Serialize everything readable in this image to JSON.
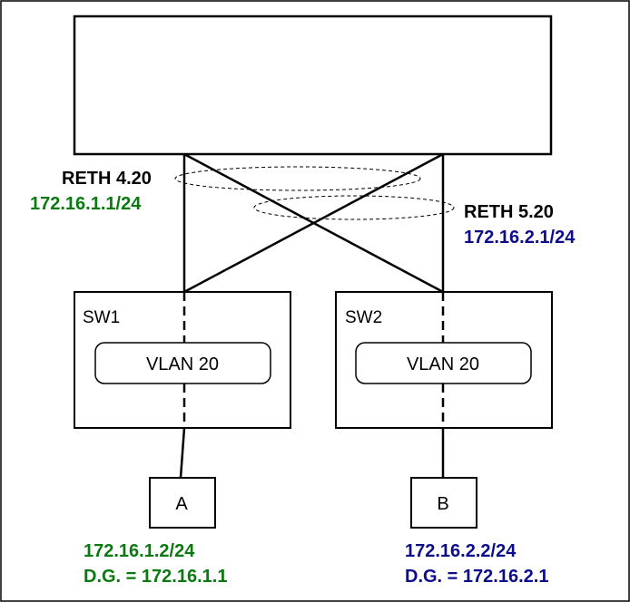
{
  "colors": {
    "green": "#0a7a10",
    "blue": "#0d0d8c",
    "black": "#000000"
  },
  "reth": [
    {
      "name": "RETH 4.20",
      "ip": "172.16.1.1/24"
    },
    {
      "name": "RETH 5.20",
      "ip": "172.16.2.1/24"
    }
  ],
  "switches": [
    {
      "name": "SW1",
      "vlan": "VLAN 20"
    },
    {
      "name": "SW2",
      "vlan": "VLAN 20"
    }
  ],
  "hosts": [
    {
      "name": "A",
      "ip": "172.16.1.2/24",
      "gateway": "D.G. = 172.16.1.1"
    },
    {
      "name": "B",
      "ip": "172.16.2.2/24",
      "gateway": "D.G. = 172.16.2.1"
    }
  ]
}
